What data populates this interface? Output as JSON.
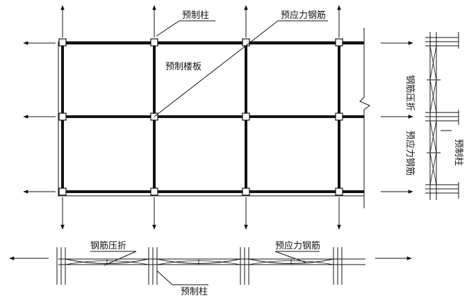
{
  "labels": {
    "column_top": "预制柱",
    "prestressed_top": "预应力钢筋",
    "slab": "预制楼板",
    "bent_side": "钢筋压折",
    "prestressed_side": "预应力钢筋",
    "column_side": "预制柱",
    "bent_bottom": "钢筋压折",
    "prestressed_bottom": "预应力钢筋",
    "column_bottom": "预制柱"
  }
}
